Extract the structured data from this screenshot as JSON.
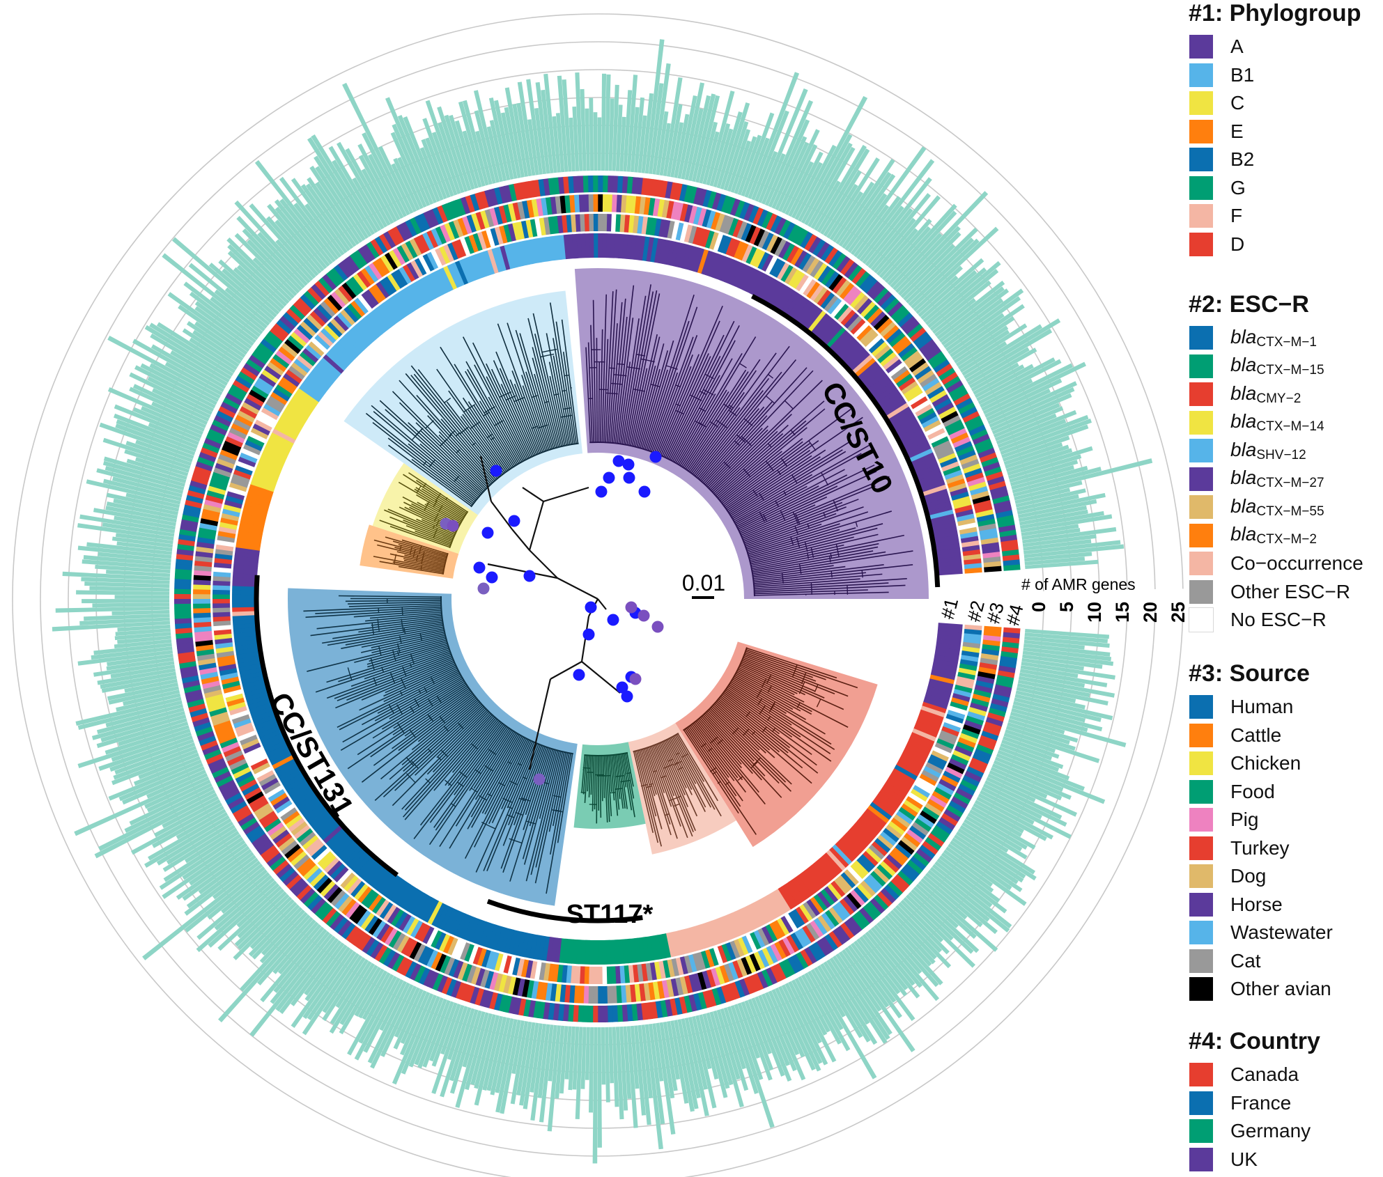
{
  "clade_labels": {
    "cc_st10": "CC/ST10",
    "cc_st131": "CC/ST131",
    "st117": "ST117*"
  },
  "scale_bar_label": "0.01",
  "amr_axis": {
    "title": "# of AMR genes",
    "ticks": [
      "0",
      "5",
      "10",
      "15",
      "20",
      "25"
    ],
    "max": 25,
    "bar_color": "#8ed5c6"
  },
  "ring_labels": [
    "#1",
    "#2",
    "#3",
    "#4"
  ],
  "legend": {
    "phylogroup": {
      "title": "#1: Phylogroup",
      "items": [
        {
          "label": "A",
          "color": "#5b3a9b"
        },
        {
          "label": "B1",
          "color": "#56b4e9"
        },
        {
          "label": "C",
          "color": "#f0e442"
        },
        {
          "label": "E",
          "color": "#ff7f0e"
        },
        {
          "label": "B2",
          "color": "#0b6fb0"
        },
        {
          "label": "G",
          "color": "#009e73"
        },
        {
          "label": "F",
          "color": "#f4b6a4"
        },
        {
          "label": "D",
          "color": "#e63e2f"
        }
      ]
    },
    "escr": {
      "title": "#2: ESC−R",
      "items": [
        {
          "prefix": "bla",
          "sub": "CTX−M−1",
          "color": "#0b6fb0"
        },
        {
          "prefix": "bla",
          "sub": "CTX−M−15",
          "color": "#009e73"
        },
        {
          "prefix": "bla",
          "sub": "CMY−2",
          "color": "#e63e2f"
        },
        {
          "prefix": "bla",
          "sub": "CTX−M−14",
          "color": "#f0e442"
        },
        {
          "prefix": "bla",
          "sub": "SHV−12",
          "color": "#56b4e9"
        },
        {
          "prefix": "bla",
          "sub": "CTX−M−27",
          "color": "#5b3a9b"
        },
        {
          "prefix": "bla",
          "sub": "CTX−M−55",
          "color": "#e0b96a"
        },
        {
          "prefix": "bla",
          "sub": "CTX−M−2",
          "color": "#ff7f0e"
        },
        {
          "label": "Co−occurrence",
          "color": "#f4b6a4"
        },
        {
          "label": "Other ESC−R",
          "color": "#999999"
        },
        {
          "label": "No ESC−R",
          "color": "#ffffff"
        }
      ]
    },
    "source": {
      "title": "#3: Source",
      "items": [
        {
          "label": "Human",
          "color": "#0b6fb0"
        },
        {
          "label": "Cattle",
          "color": "#ff7f0e"
        },
        {
          "label": "Chicken",
          "color": "#f0e442"
        },
        {
          "label": "Food",
          "color": "#009e73"
        },
        {
          "label": "Pig",
          "color": "#ee82c0"
        },
        {
          "label": "Turkey",
          "color": "#e63e2f"
        },
        {
          "label": "Dog",
          "color": "#e0b96a"
        },
        {
          "label": "Horse",
          "color": "#5b3a9b"
        },
        {
          "label": "Wastewater",
          "color": "#56b4e9"
        },
        {
          "label": "Cat",
          "color": "#999999"
        },
        {
          "label": "Other avian",
          "color": "#000000"
        }
      ]
    },
    "country": {
      "title": "#4: Country",
      "items": [
        {
          "label": "Canada",
          "color": "#e63e2f"
        },
        {
          "label": "France",
          "color": "#0b6fb0"
        },
        {
          "label": "Germany",
          "color": "#009e73"
        },
        {
          "label": "UK",
          "color": "#5b3a9b"
        }
      ]
    }
  }
}
